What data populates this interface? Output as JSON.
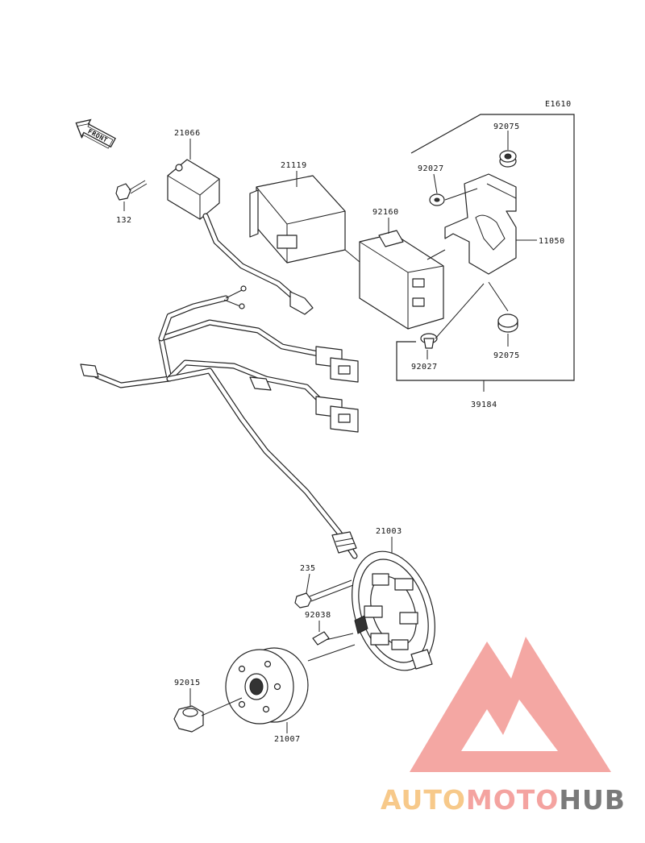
{
  "diagram": {
    "code": "E1610",
    "front_label": "FRONT",
    "parts": {
      "p21066": "21066",
      "p132": "132",
      "p21119": "21119",
      "p92160": "92160",
      "p92075_top": "92075",
      "p92027_top": "92027",
      "p11050": "11050",
      "p92075_bottom": "92075",
      "p92027_bottom": "92027",
      "p39184": "39184",
      "p21003": "21003",
      "p235": "235",
      "p92038": "92038",
      "p92015": "92015",
      "p21007": "21007"
    }
  },
  "watermark": {
    "part1": "AUTO",
    "part2": "MOTO",
    "part3": "HUB",
    "colors": {
      "auto": "#f7c98a",
      "moto": "#f4a3a0",
      "hub": "#7a7a7a",
      "logo": "#f3a29e"
    }
  }
}
